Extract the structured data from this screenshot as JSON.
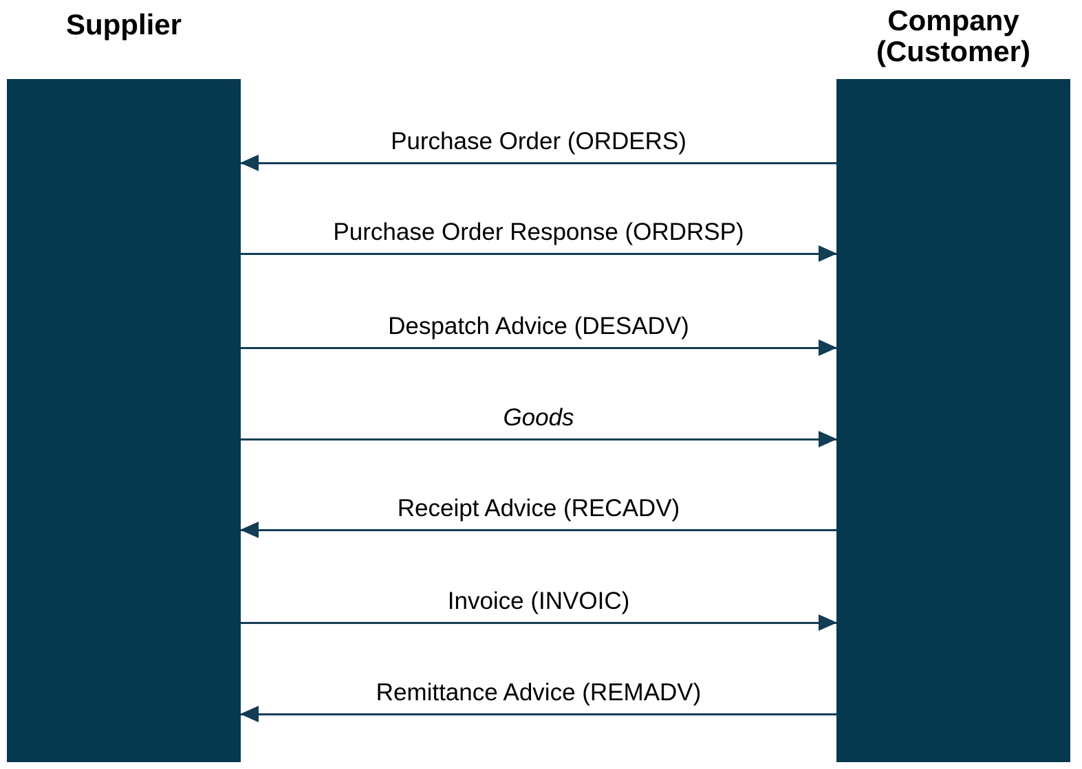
{
  "diagram": {
    "type": "message-exchange-sequence",
    "actor_left": "Supplier",
    "actor_right": "Company\n(Customer)"
  },
  "messages": [
    {
      "label": "Purchase Order (ORDERS)",
      "direction": "left"
    },
    {
      "label": "Purchase Order Response (ORDRSP)",
      "direction": "right"
    },
    {
      "label": "Despatch Advice (DESADV)",
      "direction": "right"
    },
    {
      "label": "Goods",
      "direction": "right"
    },
    {
      "label": "Receipt Advice (RECADV)",
      "direction": "left"
    },
    {
      "label": "Invoice (INVOIC)",
      "direction": "right"
    },
    {
      "label": "Remittance Advice (REMADV)",
      "direction": "left"
    }
  ],
  "colors": {
    "bar": "#063850",
    "arrow": "#123d54",
    "text": "#000000",
    "background": "#ffffff"
  }
}
